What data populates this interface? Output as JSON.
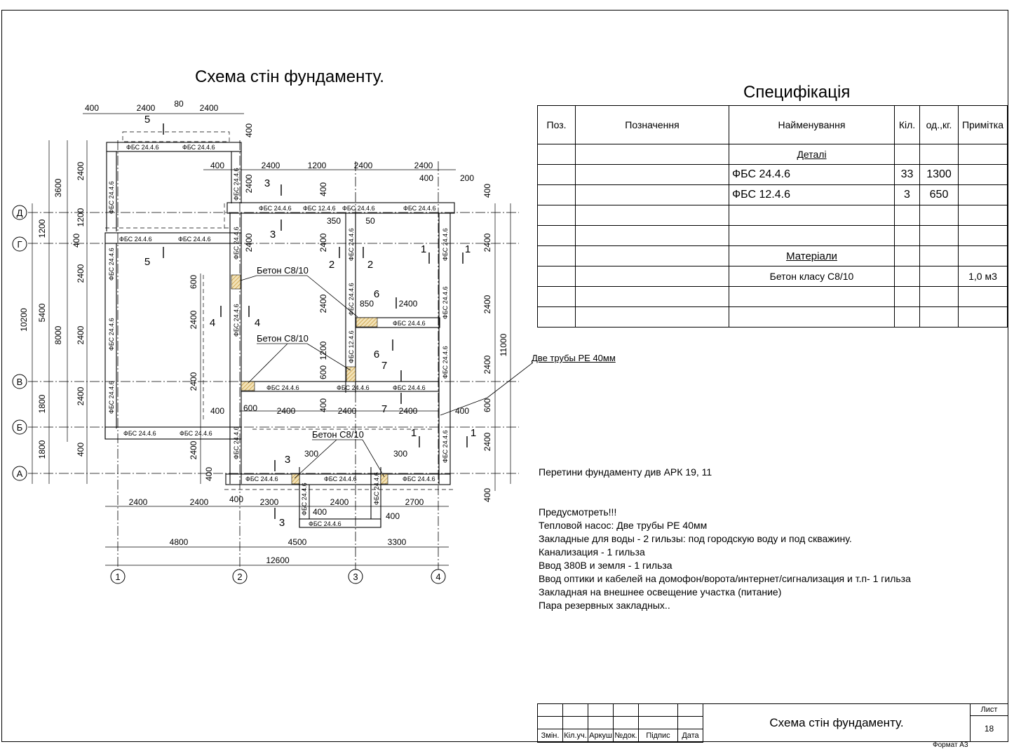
{
  "plan": {
    "title": "Схема стін фундаменту.",
    "axes_letters": [
      "Д",
      "Г",
      "В",
      "Б",
      "А"
    ],
    "axes_numbers": [
      "1",
      "2",
      "3",
      "4"
    ],
    "block_label": "ФБС 24.4.6",
    "block_label_small": "ФБС 12.4.6",
    "concrete_label": "Бетон С8/10",
    "pipes_callout": "Две трубы РЕ 40мм",
    "dims_top": [
      "400",
      "2400",
      "80",
      "2400",
      "400",
      "2400",
      "1200",
      "2400",
      "2400",
      "400",
      "200"
    ],
    "dims_inner": [
      "350",
      "50",
      "850",
      "2400",
      "600",
      "2400",
      "2400",
      "400",
      "600",
      "300",
      "300",
      "400",
      "400"
    ],
    "dims_left": [
      "3600",
      "2400",
      "1200",
      "1200",
      "400",
      "10200",
      "5400",
      "8000",
      "2400",
      "2400",
      "2400",
      "1800",
      "1800",
      "400",
      "600",
      "2400",
      "2400",
      "2400",
      "1200",
      "600"
    ],
    "dims_right": [
      "400",
      "2400",
      "2400",
      "11000",
      "2400",
      "600",
      "2400",
      "400"
    ],
    "dims_bottom_row1": [
      "2400",
      "2400",
      "400",
      "2300",
      "2400",
      "2700"
    ],
    "dims_bottom_row2": [
      "4800",
      "4500",
      "3300"
    ],
    "dims_bottom_total": "12600",
    "section_marks": [
      "1",
      "2",
      "3",
      "4",
      "5",
      "6",
      "7"
    ]
  },
  "spec": {
    "title": "Специфікація",
    "headers": [
      "Поз.",
      "Позначення",
      "Найменування",
      "Кіл.",
      "од.,кг.",
      "Примітка"
    ],
    "section_details": "Деталі",
    "section_materials": "Матеріали",
    "rows": [
      {
        "name": "ФБС 24.4.6",
        "qty": "33",
        "unit": "1300",
        "note": ""
      },
      {
        "name": "ФБС 12.4.6",
        "qty": "3",
        "unit": "650",
        "note": ""
      }
    ],
    "material": {
      "name": "Бетон класу С8/10",
      "note": "1,0 м3"
    }
  },
  "notes": {
    "line1": "Перетини  фундаменту див АРК 19, 11",
    "head": "Предусмотреть!!!",
    "items": [
      "Тепловой насос: Две трубы РЕ 40мм",
      "Закладные для воды - 2 гильзы: под городскую воду и под скважину.",
      "Канализация - 1 гильза",
      "Ввод 380В и земля - 1 гильза",
      "Ввод оптики и кабелей на домофон/ворота/интернет/сигнализация и т.п- 1 гильза",
      "Закладная на внешнее освещение участка (питание)",
      "Пара резервных закладных.."
    ]
  },
  "title_block": {
    "cols": [
      "Змін.",
      "Кіл.уч.",
      "Аркуш",
      "№док.",
      "Підпис",
      "Дата"
    ],
    "name": "Схема стін фундаменту.",
    "sheet_label": "Лист",
    "sheet_no": "18",
    "format": "Формат А3"
  }
}
